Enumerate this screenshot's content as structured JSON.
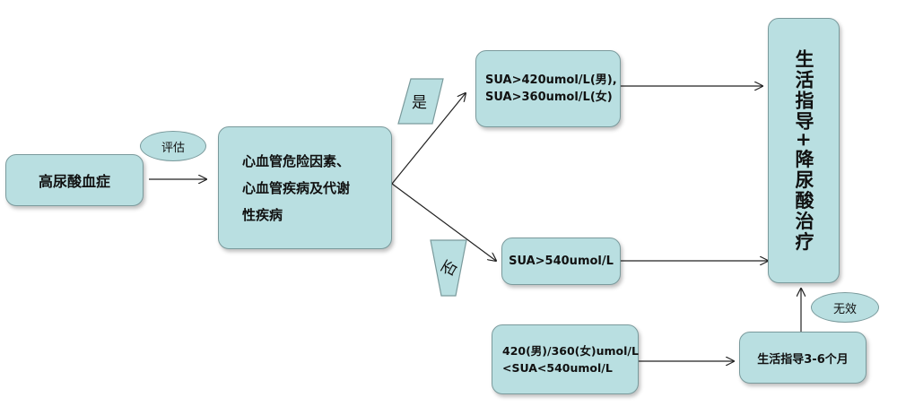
{
  "nodes": {
    "hyperuricemia": "高尿酸血症",
    "risk_factors": [
      "心血管危险因素、",
      "心血管疾病及代谢",
      "性疾病"
    ],
    "threshold_yes": [
      "SUA>420umol/L(男),",
      "SUA>360umol/L(女)"
    ],
    "threshold_no": "SUA>540umol/L",
    "intermediate": [
      "420(男)/360(女)umol/L",
      "<SUA<540umol/L"
    ],
    "lifestyle_3_6": "生活指导3-6个月",
    "treatment": "生活指导+降尿酸治疗"
  },
  "labels": {
    "assess": "评估",
    "yes": "是",
    "no": "否",
    "ineffective": "无效"
  },
  "colors": {
    "fill": "#b9dfe1",
    "border": "#7a9a9c",
    "arrow": "#222222"
  }
}
